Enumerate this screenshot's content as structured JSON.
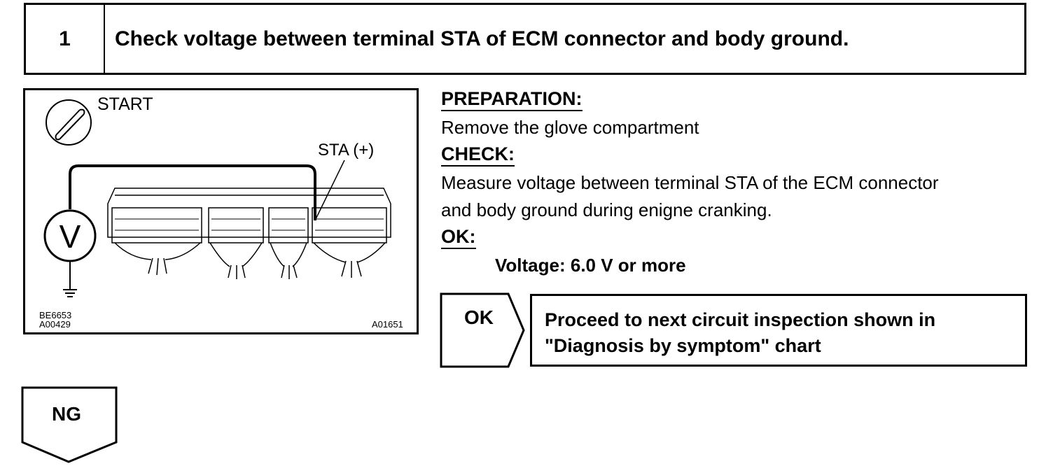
{
  "step": {
    "number": "1",
    "title": "Check voltage between terminal STA of ECM connector and body ground."
  },
  "figure": {
    "ignition_label": "START",
    "terminal_label": "STA (+)",
    "meter_symbol": "V",
    "ref_codes": [
      "BE6653",
      "A00429",
      "A01651"
    ]
  },
  "preparation": {
    "heading": "PREPARATION:",
    "text": "Remove the glove compartment"
  },
  "check": {
    "heading": "CHECK:",
    "line1": "Measure voltage between terminal STA of the ECM connector",
    "line2": "and body ground during enigne cranking."
  },
  "ok_spec": {
    "heading": "OK:",
    "value": "Voltage: 6.0 V or more"
  },
  "ok_branch": {
    "label": "OK",
    "line1": "Proceed to  next circuit inspection shown in",
    "line2": "\"Diagnosis by symptom\" chart"
  },
  "ng_branch": {
    "label": "NG"
  }
}
